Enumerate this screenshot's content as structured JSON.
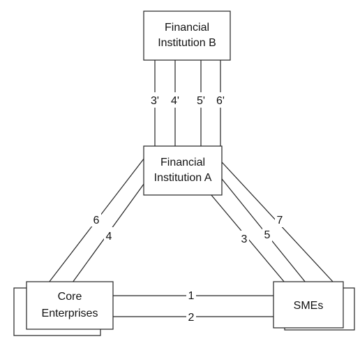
{
  "nodes": {
    "fib": {
      "line1": "Financial",
      "line2": "Institution B"
    },
    "fia": {
      "line1": "Financial",
      "line2": "Institution A"
    },
    "core": {
      "line1": "Core",
      "line2": "Enterprises"
    },
    "smes": {
      "line1": "SMEs"
    }
  },
  "edges": {
    "e3p": "3'",
    "e4p": "4'",
    "e5p": "5'",
    "e6p": "6'",
    "e6": "6",
    "e4": "4",
    "e3": "3",
    "e5": "5",
    "e7": "7",
    "e1": "1",
    "e2": "2"
  },
  "colors": {
    "line": "#222222",
    "text": "#111111",
    "background": "#ffffff"
  }
}
